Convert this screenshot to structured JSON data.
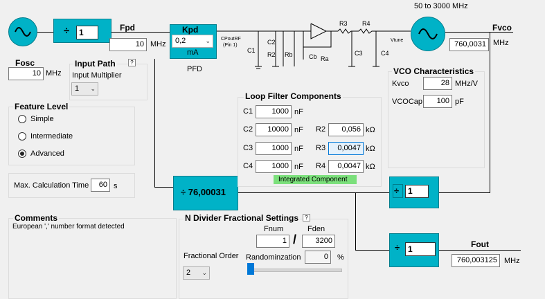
{
  "osc_ref": {
    "divider_symbol": "÷",
    "r_value": "1",
    "fosc_label": "Fosc",
    "fosc_value": "10",
    "fosc_unit": "MHz"
  },
  "fpd": {
    "label": "Fpd",
    "value": "10",
    "unit": "MHz"
  },
  "pfd": {
    "kpd_label": "Kpd",
    "kpd_value": "0,2",
    "kpd_unit": "mA",
    "caption": "PFD",
    "cpout_label": "CPoutRF",
    "cpout_pin": "(Pin 1)"
  },
  "schematic": {
    "c1": "C1",
    "c2": "C2",
    "r2": "R2",
    "rb": "Rb",
    "cb": "Cb",
    "ra": "Ra",
    "r3": "R3",
    "r4": "R4",
    "c3": "C3",
    "c4": "C4",
    "vtune": "Vtune"
  },
  "vco": {
    "range_label": "50 to 3000 MHz",
    "fvco_label": "Fvco",
    "fvco_value": "760,0031",
    "fvco_unit": "MHz"
  },
  "input_path": {
    "title": "Input Path",
    "help": "?",
    "multiplier_label": "Input Multiplier",
    "multiplier_value": "1"
  },
  "feature_level": {
    "title": "Feature Level",
    "options": [
      "Simple",
      "Intermediate",
      "Advanced"
    ],
    "selected": "Advanced"
  },
  "max_calc": {
    "label": "Max. Calculation Time",
    "value": "60",
    "unit": "s"
  },
  "loop_filter": {
    "title": "Loop Filter Components",
    "caps": [
      {
        "name": "C1",
        "value": "1000",
        "unit": "nF"
      },
      {
        "name": "C2",
        "value": "10000",
        "unit": "nF"
      },
      {
        "name": "C3",
        "value": "1000",
        "unit": "nF"
      },
      {
        "name": "C4",
        "value": "1000",
        "unit": "nF"
      }
    ],
    "res": [
      {
        "name": "R2",
        "value": "0,056",
        "unit": "kΩ"
      },
      {
        "name": "R3",
        "value": "0,0047",
        "unit": "kΩ"
      },
      {
        "name": "R4",
        "value": "0,0047",
        "unit": "kΩ"
      }
    ],
    "integrated_label": "Integrated Component"
  },
  "vco_char": {
    "title": "VCO Characteristics",
    "kvco_label": "Kvco",
    "kvco_value": "28",
    "kvco_unit": "MHz/V",
    "vcocap_label": "VCOCap",
    "vcocap_value": "100",
    "vcocap_unit": "pF"
  },
  "n_divider": {
    "label": "÷ 76,00031"
  },
  "out_div_top": {
    "symbol": "÷",
    "value": "1"
  },
  "comments": {
    "title": "Comments",
    "text": "European ',' number format detected"
  },
  "n_frac": {
    "title": "N Divider Fractional Settings",
    "help": "?",
    "fnum_label": "Fnum",
    "fden_label": "Fden",
    "fnum_value": "1",
    "fden_value": "3200",
    "slash": "/",
    "order_label": "Fractional Order",
    "order_value": "2",
    "random_label": "Randominzation",
    "random_value": "0",
    "random_unit": "%"
  },
  "fout": {
    "symbol": "÷",
    "value": "1",
    "label": "Fout",
    "value_out": "760,003125",
    "unit": "MHz"
  }
}
